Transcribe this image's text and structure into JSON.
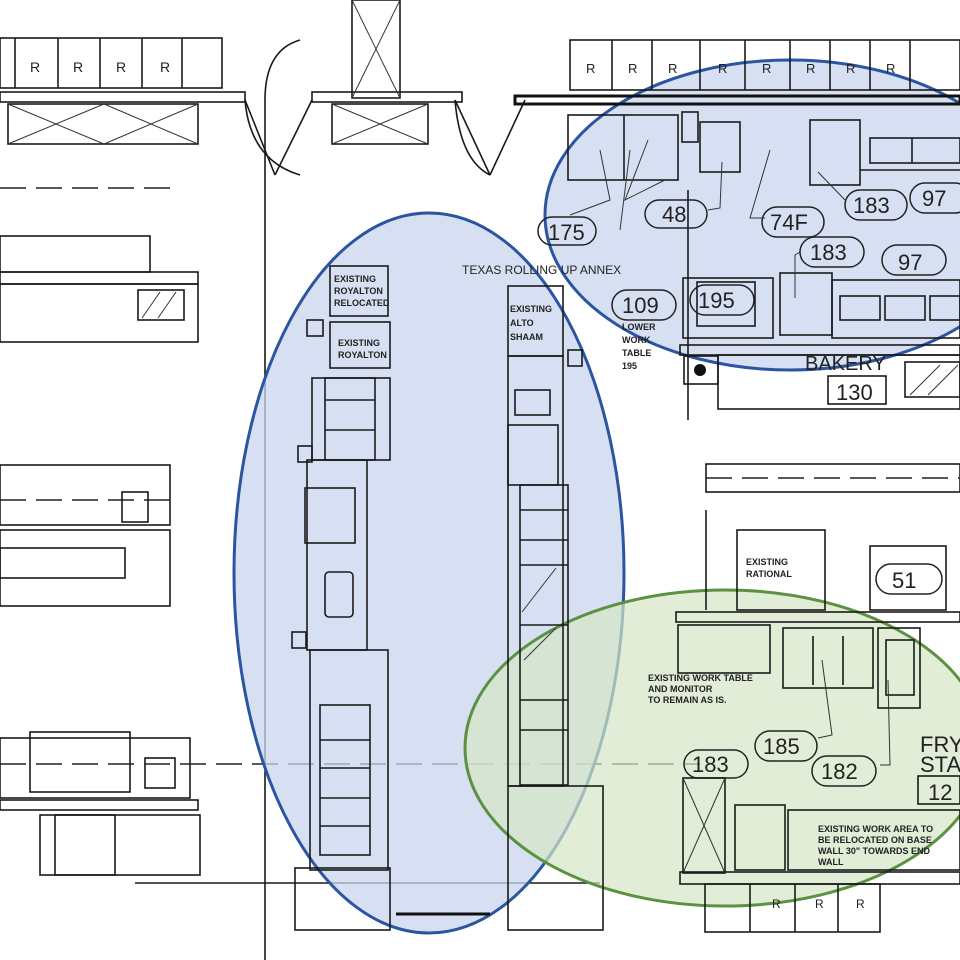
{
  "plan": {
    "annex_label": "TEXAS ROLLING UP ANNEX",
    "bakery_label": "BAKERY",
    "fry_station_label": [
      "FRY",
      "STA"
    ],
    "refrigerator_mark": "R",
    "notes": {
      "existing_royalton_relocated": [
        "EXISTING",
        "ROYALTON",
        "RELOCATED"
      ],
      "existing_royalton": [
        "EXISTING",
        "ROYALTON"
      ],
      "existing_alto_shaam": [
        "EXISTING",
        "ALTO",
        "SHAAM"
      ],
      "lower_work_table": [
        "LOWER",
        "WORK",
        "TABLE",
        "195"
      ],
      "existing_rational": [
        "EXISTING",
        "RATIONAL"
      ],
      "work_table_monitor": [
        "EXISTING WORK TABLE",
        "AND MONITOR",
        "TO REMAIN AS IS."
      ],
      "work_area_relocated": [
        "EXISTING WORK AREA TO",
        "BE RELOCATED ON BASE",
        "WALL 30\" TOWARDS END",
        "WALL"
      ]
    },
    "tags": {
      "t175": "175",
      "t48": "48",
      "t74f": "74F",
      "t183a": "183",
      "t97a": "97",
      "t183b": "183",
      "t97b": "97",
      "t109": "109",
      "t195": "195",
      "t130": "130",
      "t51": "51",
      "t185": "185",
      "t182": "182",
      "t183c": "183",
      "t12": "12"
    }
  },
  "highlights": {
    "blue_fill": "#c9d6ef",
    "blue_stroke": "#2b55a1",
    "green_fill": "#d4e5c4",
    "green_stroke": "#5b9140"
  }
}
